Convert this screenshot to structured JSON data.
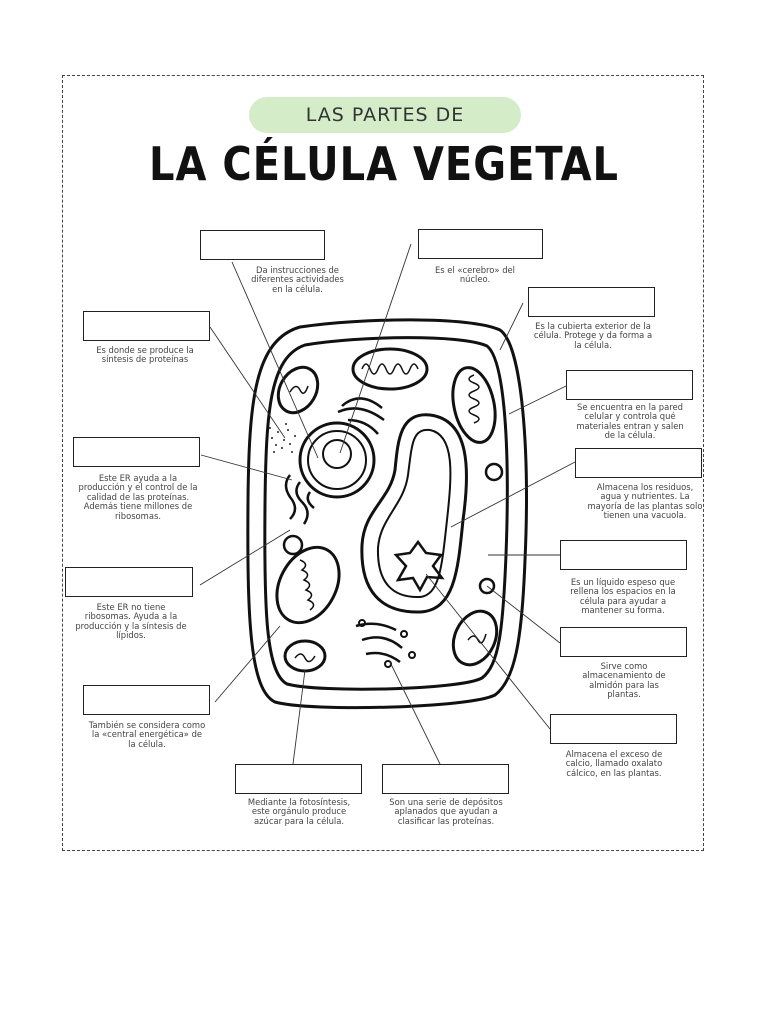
{
  "header": {
    "subtitle": "LAS PARTES DE",
    "title": "LA CÉLULA VEGETAL"
  },
  "labels": [
    {
      "id": "blank-1",
      "description": "Da instrucciones de diferentes actividades en la célula."
    },
    {
      "id": "blank-2",
      "description": "Es el «cerebro» del núcleo."
    },
    {
      "id": "blank-3",
      "description": "Es la cubierta exterior de la célula. Protege y da forma a la célula."
    },
    {
      "id": "blank-4",
      "description": "Es donde se produce la síntesis de proteínas"
    },
    {
      "id": "blank-5",
      "description": "Se encuentra en la pared celular y controla qué materiales entran y salen de la célula."
    },
    {
      "id": "blank-6",
      "description": "Este ER ayuda a la producción y el control de la calidad de las proteínas. Además tiene millones de ribosomas."
    },
    {
      "id": "blank-7",
      "description": "Almacena los residuos, agua y nutrientes. La mayoría de las plantas solo tienen una vacuola."
    },
    {
      "id": "blank-8",
      "description": "Es un líquido espeso que rellena los espacios en la célula para ayudar a mantener su forma."
    },
    {
      "id": "blank-9",
      "description": "Este ER no tiene ribosomas. Ayuda a la producción y la síntesis de lípidos."
    },
    {
      "id": "blank-10",
      "description": "Sirve como almacenamiento de almidón para las plantas."
    },
    {
      "id": "blank-11",
      "description": "También se considera como la «central energética» de la célula."
    },
    {
      "id": "blank-12",
      "description": "Almacena el exceso de calcio, llamado oxalato cálcico, en las plantas."
    },
    {
      "id": "blank-13",
      "description": "Mediante la fotosíntesis, este orgánulo produce azúcar para la célula."
    },
    {
      "id": "blank-14",
      "description": "Son una serie de depósitos aplanados que ayudan a clasificar las proteínas."
    }
  ]
}
